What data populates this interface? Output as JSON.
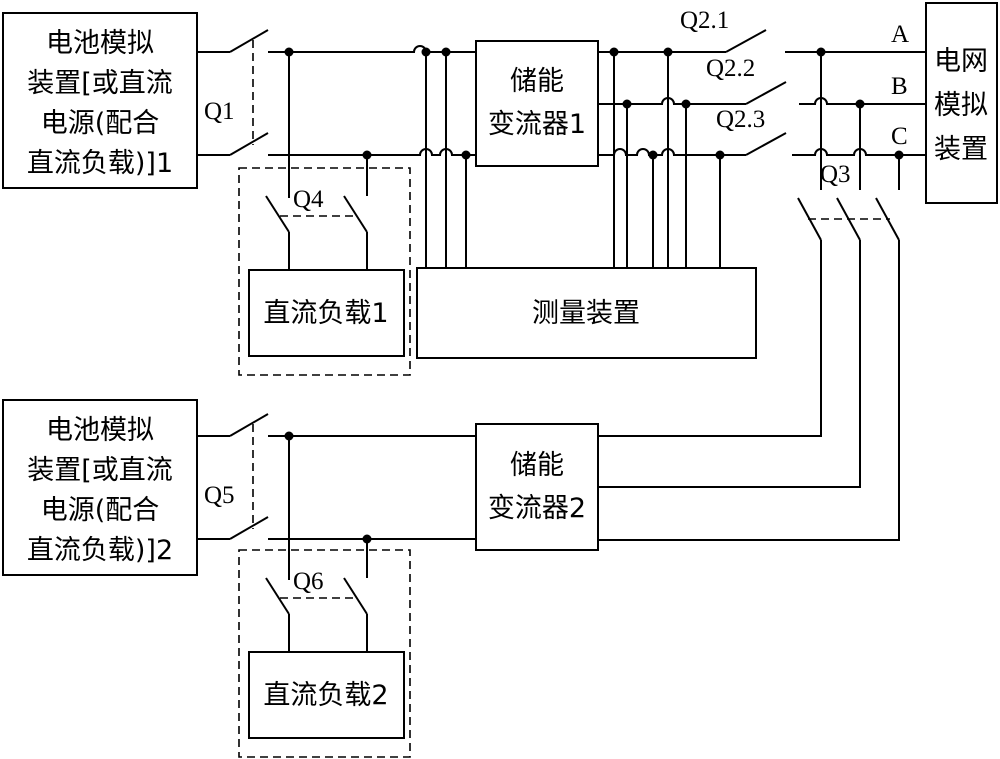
{
  "blocks": {
    "battery_1": {
      "lines": [
        "电池模拟",
        "装置[或直流",
        "电源(配合",
        "直流负载)]1"
      ]
    },
    "battery_2": {
      "lines": [
        "电池模拟",
        "装置[或直流",
        "电源(配合",
        "直流负载)]2"
      ]
    },
    "pcs_1": {
      "lines": [
        "储能",
        "变流器1"
      ]
    },
    "pcs_2": {
      "lines": [
        "储能",
        "变流器2"
      ]
    },
    "measurement": {
      "label": "测量装置"
    },
    "dc_load_1": {
      "label": "直流负载1"
    },
    "dc_load_2": {
      "label": "直流负载2"
    },
    "grid_sim": {
      "lines": [
        "电网",
        "模拟",
        "装置"
      ]
    }
  },
  "switches": {
    "q1": "Q1",
    "q2_1": "Q2.1",
    "q2_2": "Q2.2",
    "q2_3": "Q2.3",
    "q3": "Q3",
    "q4": "Q4",
    "q5": "Q5",
    "q6": "Q6"
  },
  "phases": [
    "A",
    "B",
    "C"
  ]
}
